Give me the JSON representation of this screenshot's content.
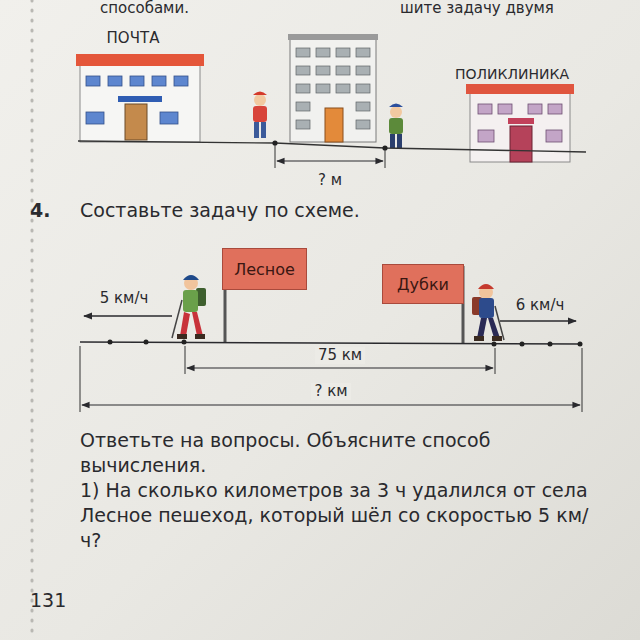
{
  "diagram": {
    "nodes": [
      {
        "text": [
          "Лесное"
        ]
      },
      {
        "text": [
          "Дубки"
        ]
      }
    ],
    "labels": [
      "способами.",
      "шите задачу двумя",
      "ПОЧТА",
      "ПОЛИКЛИНИКА",
      "? м",
      "4.",
      "Составьте задачу по схеме.",
      "5 км/ч",
      "6 км/ч",
      "75 км",
      "? км",
      "Ответьте на вопросы. Объясните способ вычисления.",
      "1) На сколько километров за 3 ч удалился от села Лесное пешеход, который шёл со скоростью 5 км/ч?",
      "131"
    ]
  }
}
